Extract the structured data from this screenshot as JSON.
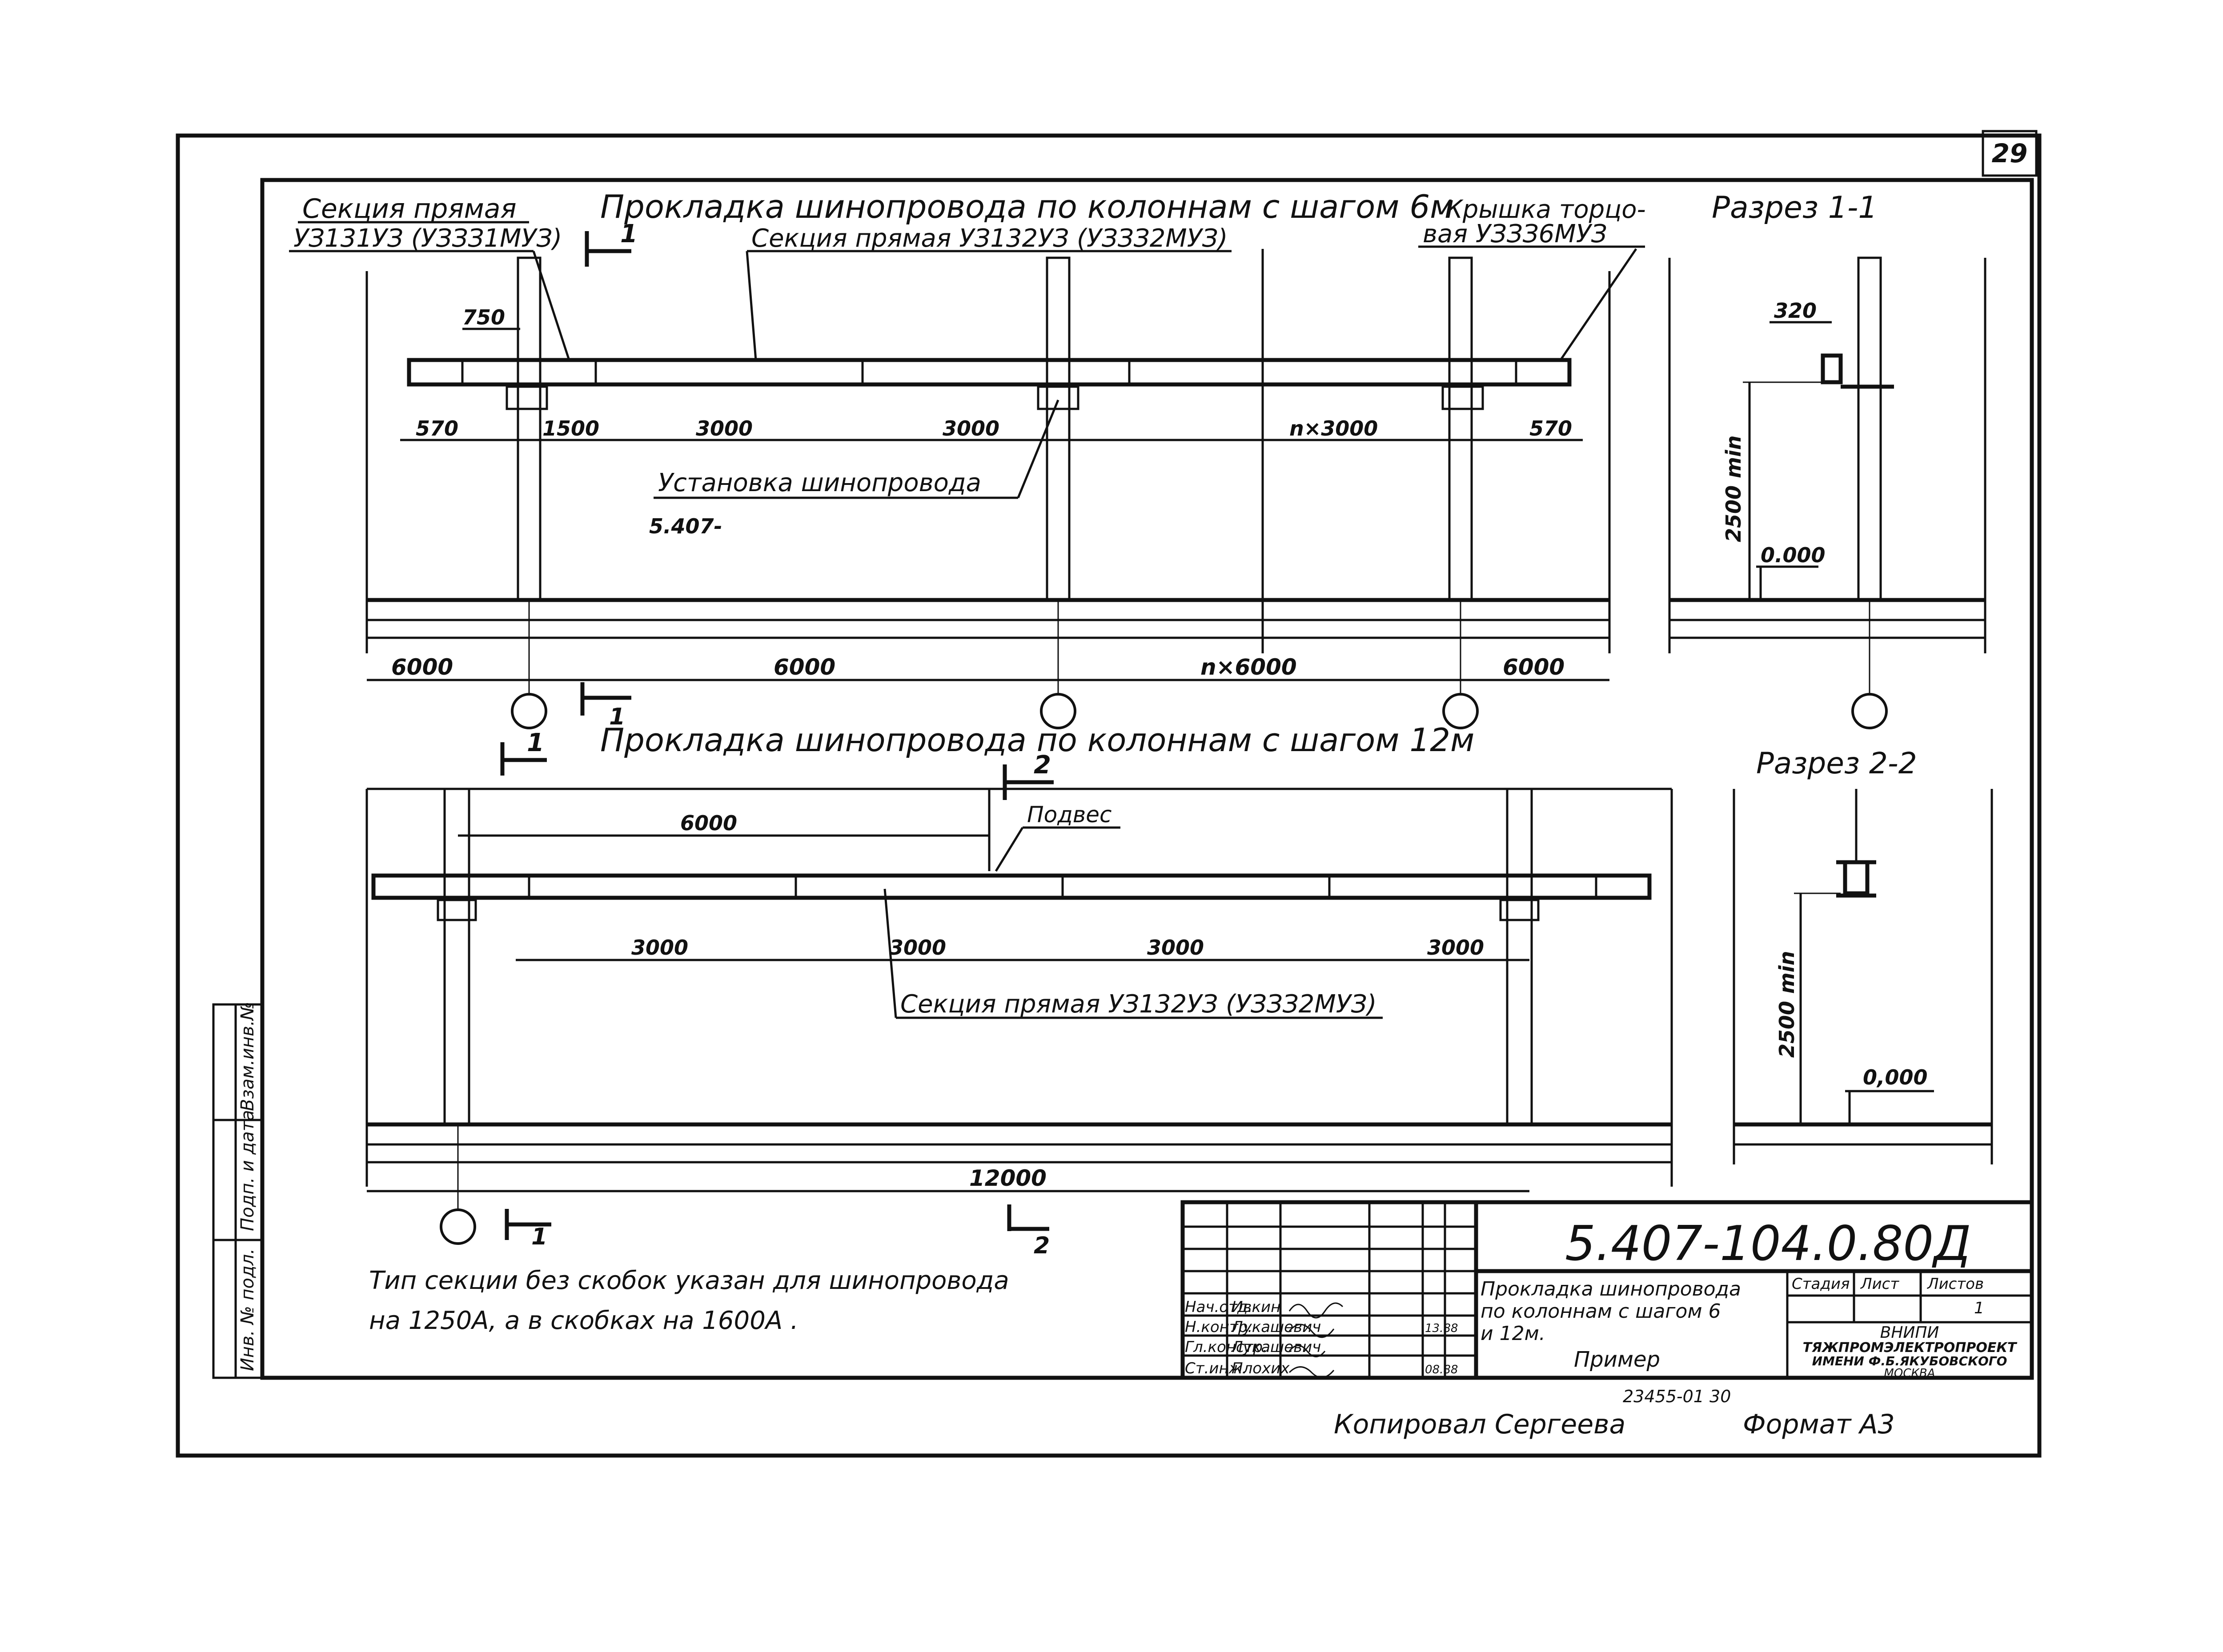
{
  "sheet": {
    "number": "29",
    "doc_code": "5.407-104.0.80Д",
    "format": "Формат А3",
    "copied_by": "Копировал  Сергеева",
    "archive_no": "23455-01   30"
  },
  "top_view": {
    "title": "Прокладка шинопровода по колоннам с шагом 6м",
    "label_section_straight_1": "Секция прямая",
    "label_section_straight_1b": "УЗ131УЗ (УЗЗЗ1МУЗ)",
    "label_section_straight_2": "Секция прямая УЗ132УЗ (УЗЗЗ2МУЗ)",
    "label_end_cap_1": "Крышка торцо-",
    "label_end_cap_2": "вая УЗЗЗ6МУЗ",
    "label_install_1": "Установка шинопровода",
    "label_install_2": "5.407-",
    "cut_mark": "1",
    "dim_750": "750",
    "dim_570_left": "570",
    "dim_1500": "1500",
    "dim_3000_a": "3000",
    "dim_3000_b": "3000",
    "dim_n3000": "n×3000",
    "dim_570_right": "570",
    "dim_6000_a": "6000",
    "dim_6000_b": "6000",
    "dim_n6000": "n×6000",
    "dim_6000_c": "6000"
  },
  "section_1": {
    "title": "Разрез 1-1",
    "dim_320": "320",
    "dim_2500": "2500 min",
    "level": "0.000"
  },
  "bottom_view": {
    "title": "Прокладка шинопровода по колоннам с шагом 12м",
    "cut_mark_1": "1",
    "cut_mark_2": "2",
    "dim_6000": "6000",
    "label_hanger": "Подвес",
    "dim_3000_a": "3000",
    "dim_3000_b": "3000",
    "dim_3000_c": "3000",
    "dim_3000_d": "3000",
    "label_section_straight": "Секция прямая УЗ132УЗ (УЗЗЗ2МУЗ)",
    "dim_12000": "12000"
  },
  "section_2": {
    "title": "Разрез 2-2",
    "dim_2500": "2500 min",
    "level": "0,000"
  },
  "note": {
    "line1": "Тип секции без скобок указан для шинопровода",
    "line2": "на 1250А, а в скобках на 1600А ."
  },
  "side_stamp": {
    "cells": [
      "Взам.инв.№",
      "Подп. и дата",
      "Инв. № подл."
    ]
  },
  "title_block": {
    "roles": [
      "Нач.отд.",
      "Н.контр.",
      "Гл.констр.",
      "Ст.инж."
    ],
    "names": [
      "Ивкин",
      "Лукашевич",
      "Лукашевич",
      "Плохих"
    ],
    "dates": [
      "",
      "13.88",
      "",
      "08.88"
    ],
    "desc_1": "Прокладка шинопровода",
    "desc_2": "по колоннам с шагом 6",
    "desc_3": "и 12м.",
    "desc_4": "Пример",
    "col_stage": "Стадия",
    "col_sheet": "Лист",
    "col_sheets": "Листов",
    "sheets_value": "1",
    "org_1": "ВНИПИ",
    "org_2": "ТЯЖПРОМЭЛЕКТРОПРОЕКТ",
    "org_3": "ИМЕНИ Ф.Б.ЯКУБОВСКОГО",
    "org_4": "МОСКВА"
  }
}
